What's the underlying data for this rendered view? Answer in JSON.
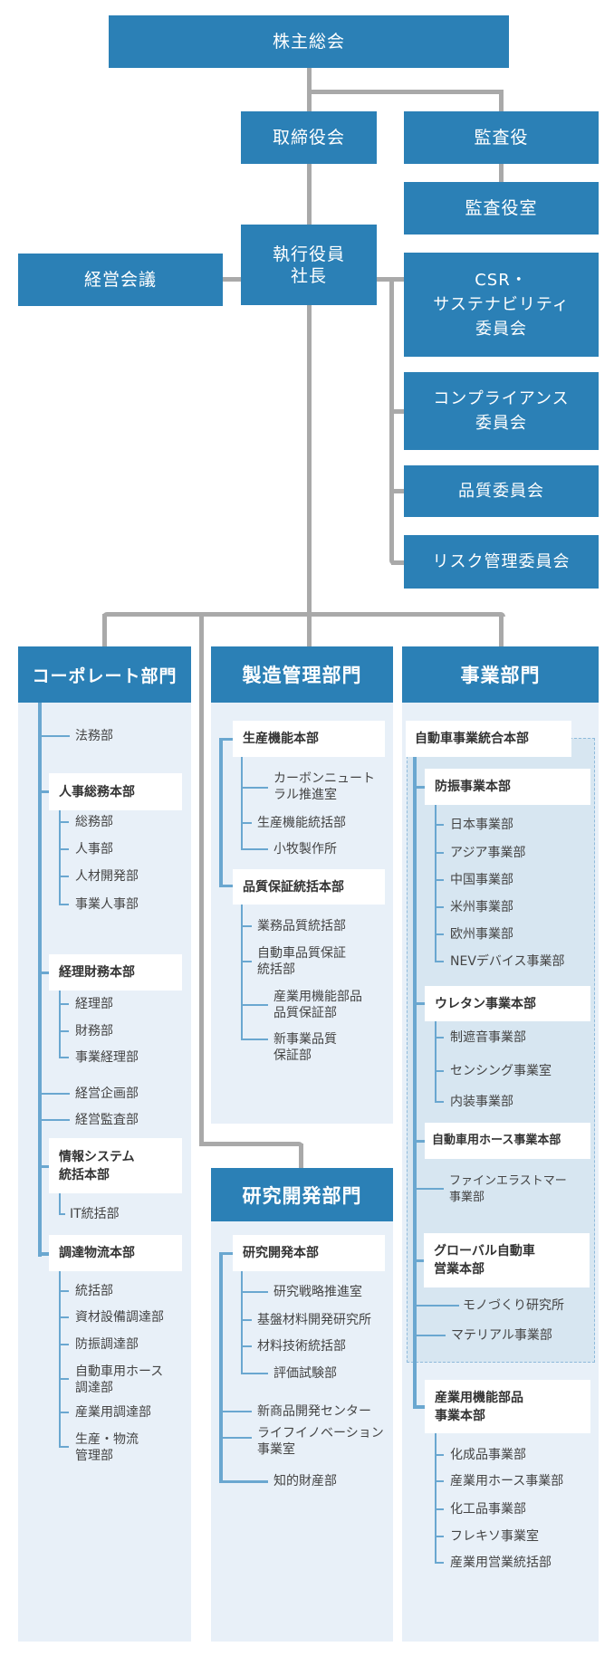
{
  "top": {
    "shareholders": "株主総会",
    "board": "取締役会",
    "auditors": "監査役",
    "audit_office": "監査役室",
    "executive": "執行役員\n社長",
    "management_council": "経営会議",
    "csr": "CSR・\nサステナビリティ\n委員会",
    "compliance": "コンプライアンス\n委員会",
    "quality": "品質委員会",
    "risk": "リスク管理委員会"
  },
  "corporate": {
    "title": "コーポレート部門",
    "legal": "法務部",
    "hr_ga": {
      "title": "人事総務本部",
      "items": [
        "総務部",
        "人事部",
        "人材開発部",
        "事業人事部"
      ]
    },
    "finance": {
      "title": "経理財務本部",
      "items": [
        "経理部",
        "財務部",
        "事業経理部"
      ]
    },
    "planning": "経営企画部",
    "audit": "経営監査部",
    "it": {
      "title": "情報システム\n統括本部",
      "items": [
        "IT統括部"
      ]
    },
    "procurement": {
      "title": "調達物流本部",
      "items": [
        "統括部",
        "資材設備調達部",
        "防振調達部",
        "自動車用ホース\n調達部",
        "産業用調達部",
        "生産・物流\n管理部"
      ]
    }
  },
  "manufacturing": {
    "title": "製造管理部門",
    "production": {
      "title": "生産機能本部",
      "items": [
        "カーボンニュート\nラル推進室",
        "生産機能統括部",
        "小牧製作所"
      ]
    },
    "qa": {
      "title": "品質保証統括本部",
      "items": [
        "業務品質統括部",
        "自動車品質保証\n統括部",
        "産業用機能部品\n品質保証部",
        "新事業品質\n保証部"
      ]
    }
  },
  "rnd": {
    "title": "研究開発部門",
    "hq": {
      "title": "研究開発本部",
      "items": [
        "研究戦略推進室",
        "基盤材料開発研究所",
        "材料技術統括部",
        "評価試験部"
      ]
    },
    "others": [
      "新商品開発センター",
      "ライフイノベーション\n事業室",
      "知的財産部"
    ]
  },
  "business": {
    "title": "事業部門",
    "auto": {
      "title": "自動車事業統合本部"
    },
    "antivib": {
      "title": "防振事業本部",
      "items": [
        "日本事業部",
        "アジア事業部",
        "中国事業部",
        "米州事業部",
        "欧州事業部",
        "NEVデバイス事業部"
      ]
    },
    "urethane": {
      "title": "ウレタン事業本部",
      "items": [
        "制遮音事業部",
        "センシング事業室",
        "内装事業部"
      ]
    },
    "hose": {
      "title": "自動車用ホース事業本部",
      "items": [
        "ファインエラストマー\n事業部"
      ]
    },
    "global": {
      "title": "グローバル自動車\n営業本部"
    },
    "monozukuri": "モノづくり研究所",
    "material": "マテリアル事業部",
    "industrial": {
      "title": "産業用機能部品\n事業本部",
      "items": [
        "化成品事業部",
        "産業用ホース事業部",
        "化工品事業部",
        "フレキソ事業室",
        "産業用営業統括部"
      ]
    }
  }
}
